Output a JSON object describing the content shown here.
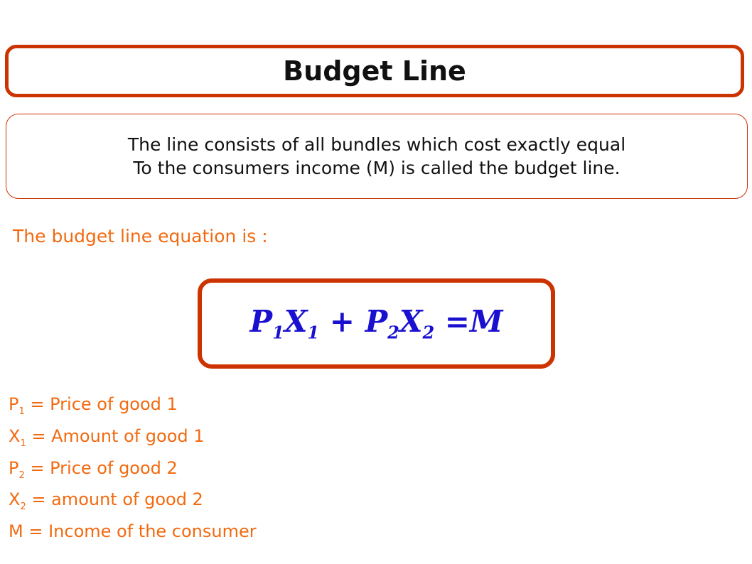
{
  "title": "Budget Line",
  "definition": {
    "line1": "The line consists of all bundles which cost exactly equal",
    "line2": "To the consumers income (M) is called the budget line."
  },
  "equation_label": "The budget line equation is :",
  "equation": {
    "p": "P",
    "x": "X",
    "sub1": "1",
    "sub2": "2",
    "plus": "+",
    "equals": "=",
    "m": "M"
  },
  "legend": [
    {
      "sym": "P",
      "sub": "1",
      "text": " = Price of good 1"
    },
    {
      "sym": "X",
      "sub": "1",
      "text": " = Amount of good 1"
    },
    {
      "sym": "P",
      "sub": "2",
      "text": " = Price of good 2"
    },
    {
      "sym": "X",
      "sub": "2",
      "text": " = amount of good 2"
    },
    {
      "sym": "M",
      "sub": "",
      "text": " = Income of the consumer"
    }
  ]
}
